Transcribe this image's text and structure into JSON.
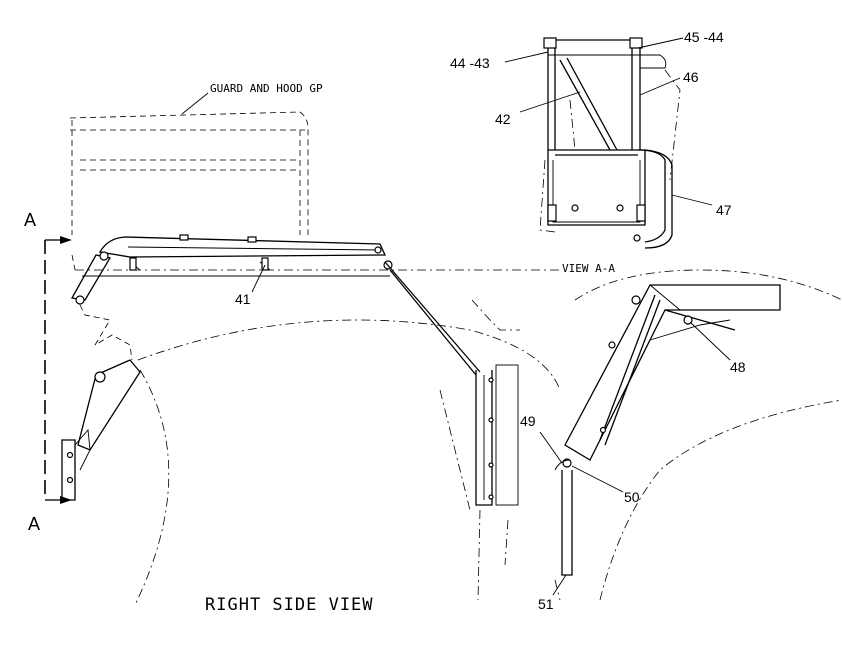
{
  "diagram": {
    "group_label": "GUARD AND HOOD GP",
    "main_view_title": "RIGHT SIDE VIEW",
    "detail_view_title": "VIEW A-A",
    "section_marker_top": "A",
    "section_marker_bottom": "A",
    "callouts": [
      {
        "id": "44-43",
        "text": "44 -43"
      },
      {
        "id": "45-44",
        "text": "45 -44"
      },
      {
        "id": "46",
        "text": "46"
      },
      {
        "id": "42",
        "text": "42"
      },
      {
        "id": "47",
        "text": "47"
      },
      {
        "id": "41",
        "text": "41"
      },
      {
        "id": "48",
        "text": "48"
      },
      {
        "id": "49",
        "text": "49"
      },
      {
        "id": "50",
        "text": "50"
      },
      {
        "id": "51",
        "text": "51"
      }
    ]
  }
}
